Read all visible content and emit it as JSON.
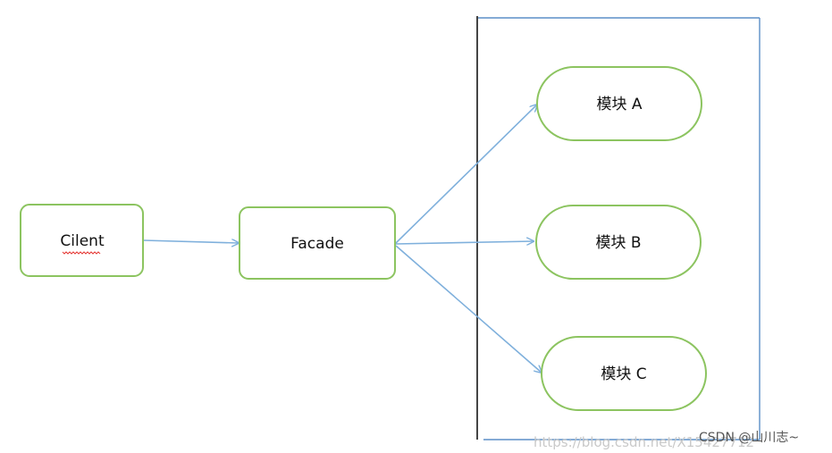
{
  "diagram": {
    "nodes": {
      "client": {
        "label": "Cilent"
      },
      "facade": {
        "label": "Facade"
      },
      "module_a": {
        "label": "模块 A"
      },
      "module_b": {
        "label": "模块 B"
      },
      "module_c": {
        "label": "模块 C"
      }
    },
    "edges": [
      {
        "from": "client",
        "to": "facade"
      },
      {
        "from": "facade",
        "to": "module_a"
      },
      {
        "from": "facade",
        "to": "module_b"
      },
      {
        "from": "facade",
        "to": "module_c"
      }
    ]
  },
  "watermark": {
    "url_text": "https://blog.csdn.net/X15427712",
    "csdn_tag": "CSDN @山川志~"
  },
  "colors": {
    "node_border": "#8cc460",
    "edge": "#7fb0dc",
    "container_line": "#5b8fc7",
    "container_left": "#444444"
  }
}
